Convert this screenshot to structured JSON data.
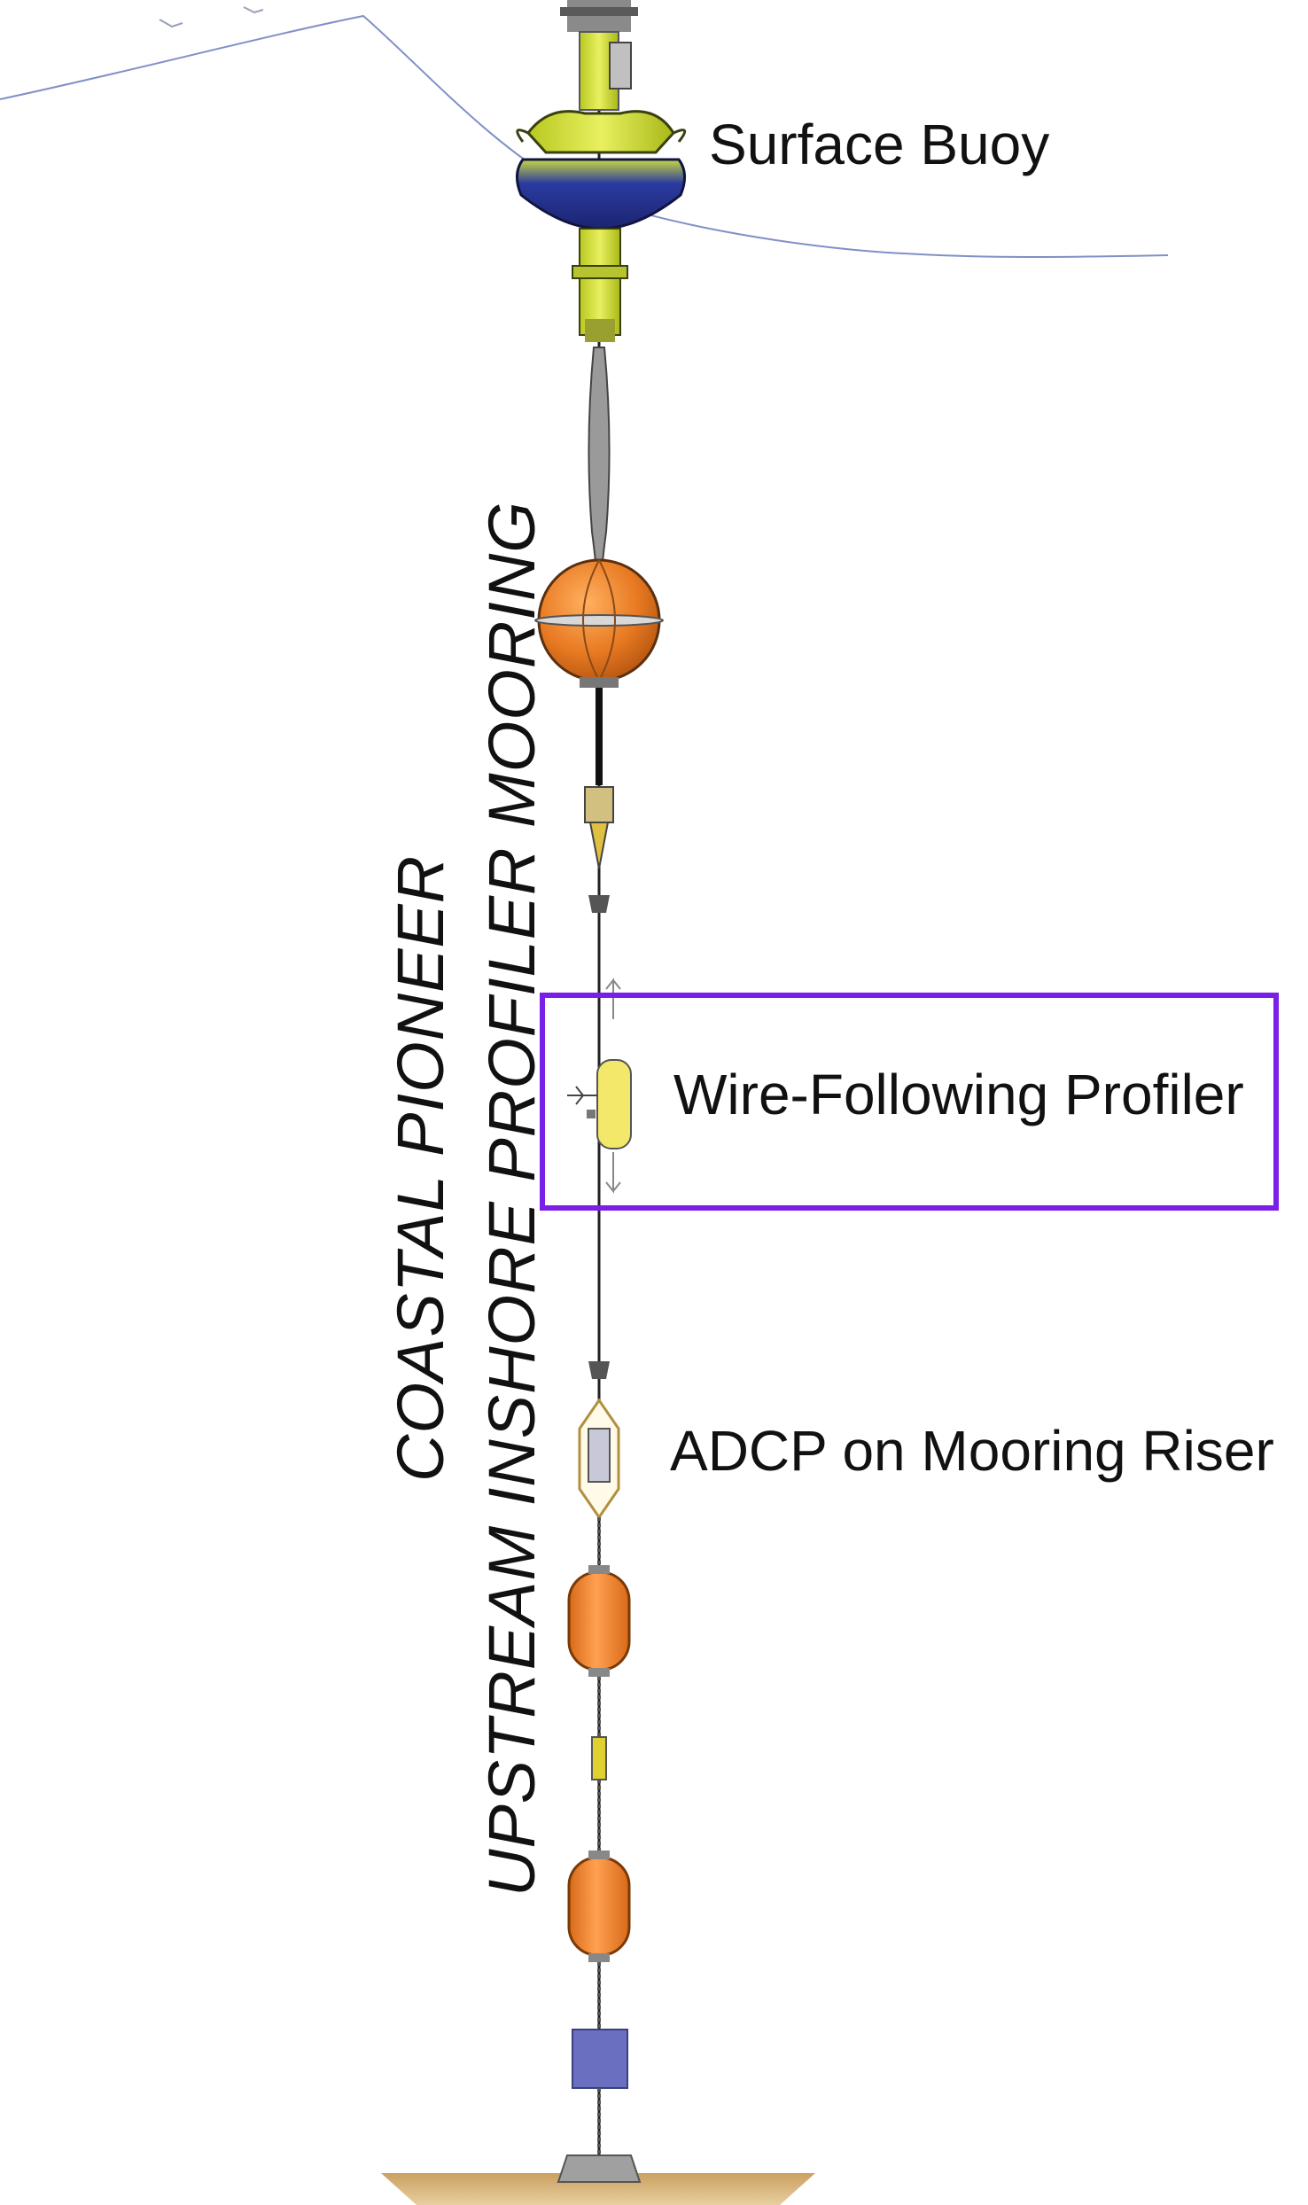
{
  "labels": {
    "surface_buoy": "Surface Buoy",
    "profiler": "Wire-Following Profiler",
    "adcp": "ADCP on Mooring Riser"
  },
  "title": {
    "line1": "COASTAL PIONEER",
    "line2": "UPSTREAM INSHORE PROFILER MOORING"
  },
  "colors": {
    "highlight": "#7a1fe8",
    "buoy_hull": "#2e3a9e",
    "buoy_frame": "#d6e84a",
    "float_orange": "#f08a2a",
    "profiler_yellow": "#f3e86a",
    "anchor_blue": "#6a6fc0",
    "seafloor": "#d8b878",
    "sea_line": "#8090c8"
  }
}
